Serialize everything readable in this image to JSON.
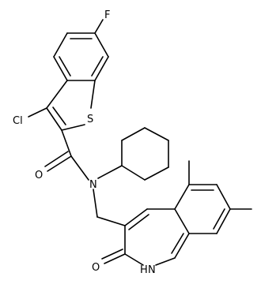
{
  "molecule": {
    "atom_labels": {
      "fluorine": "F",
      "sulfur": "S",
      "chlorine": "Cl",
      "carbonyl_oxygen": "O",
      "amide_nitrogen": "N",
      "lactam_oxygen": "O",
      "lactam_nh": "H",
      "lactam_n": "N"
    },
    "colors": {
      "bond": "#000000",
      "label": "#000000",
      "background": "#ffffff"
    }
  }
}
